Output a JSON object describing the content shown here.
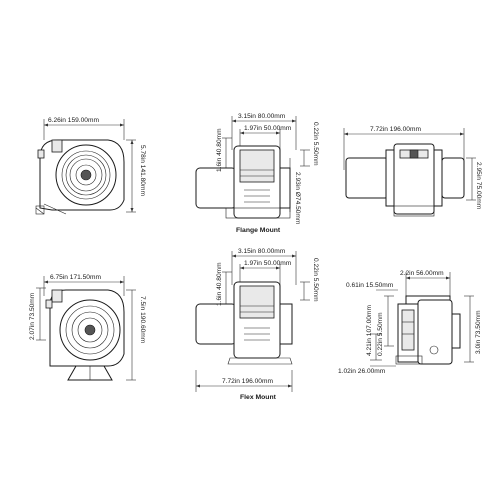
{
  "views": {
    "flange_blower_side": {
      "width": "6.26in  159.00mm",
      "height": "5.78in  141.80mm"
    },
    "flange_mount": {
      "caption": "Flange Mount",
      "top_outer": "3.15in  80.00mm",
      "top_inner": "1.97in  50.00mm",
      "left_height": "1.6in  40.80mm",
      "right_height": "0.22in  5.50mm",
      "center_dia": "2.93in  Ø74.50mm"
    },
    "flange_side": {
      "width": "7.72in  196.00mm",
      "height": "2.95in  75.00mm"
    },
    "flex_blower_side": {
      "width": "6.75in  171.50mm",
      "left_height": "2.07in  73.50mm",
      "right_height": "7.5in  190.60mm"
    },
    "flex_mount": {
      "caption": "Flex Mount",
      "top_outer": "3.15in  80.00mm",
      "top_inner": "1.97in  50.00mm",
      "left_height": "1.6in  40.80mm",
      "right_height": "0.22in  5.50mm",
      "bottom_width": "7.72in  196.00mm"
    },
    "flex_side": {
      "top_right": "2.2in  56.00mm",
      "top_left": "0.61in  15.50mm",
      "vert_a": "4.21in  107.00mm",
      "vert_b": "0.22in  5.50mm",
      "right_height": "3.0in  73.50mm",
      "bottom": "1.02in  26.00mm"
    }
  }
}
